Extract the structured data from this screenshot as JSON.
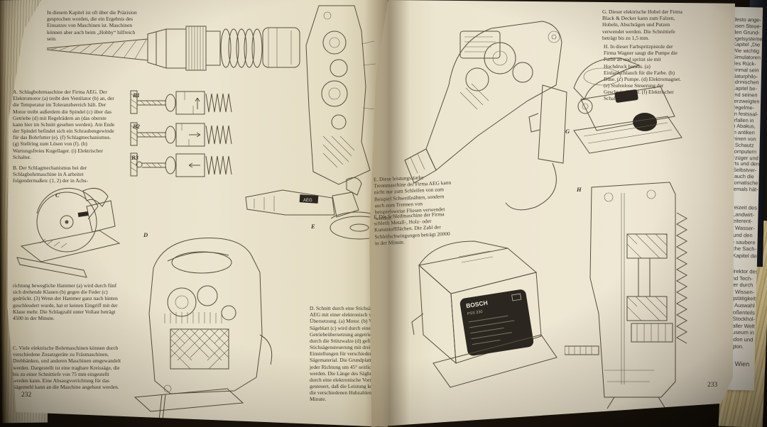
{
  "left_page": {
    "page_number": "232",
    "intro_text": "In diesem Kapitel ist oft über die Präzision gesprochen worden, die ein Ergebnis des Einsatzes von Maschinen ist. Maschinen können aber auch beim „Hobby“ hilfreich sein.",
    "caption_a": "A. Schlagbohrmaschine der Firma AEG. Der Elektromotor (a) treibt den Ventilator (b) an, der die Temperatur im Toleranzbereich hält. Der Motor treibt außerdem die Spindel (c) über das Getriebe (d) mit Regelrädern an (das oberste kann hier im Schnitt gesehen werden). Am Ende der Spindel befindet sich ein Schraubengewinde für das Bohrfutter (e). (f) Schlagmechanismus. (g) Stellring zum Lösen von (f). (h) Wartungsfreies Kugellager. (i) Elektrischer Schalter.",
    "caption_b_start": "B. Der Schlagmechanismus bei der Schlagbohrmaschine in A arbeitet folgendermaßen: (1, 2) der in Achs-",
    "caption_b_cont": "richtung bewegliche Hammer (a) wird durch fünf sich drehende Klauen (b) gegen die Feder (c) gedrückt. (3) Wenn der Hammer ganz nach hinten geschleudert wurde, hat er keinen Eingriff mit der Klaue mehr. Die Schlagzahl unter Vollast beträgt 4500 in der Minute.",
    "caption_c": "C. Viele elektrische Bohrmaschinen können durch verschiedene Zusatzgeräte zu Fräsmaschinen, Drehbänken, und anderen Maschinen umgewandelt werden. Dargestellt ist eine tragbare Kreissäge, die bis zu einer Schnittiefe von 75 mm eingestellt werden kann. Eine Absaugvorrichtung für das Sägemehl kann an die Maschine angebaut werden.",
    "caption_d": "D. Schnitt durch eine Stichsäge der Firma AEG mit einer elektronisch verstellbaren Übersetzung. (a) Motor. (b) Ventilator. Das Sägeblatt (c) wird durch eine Getriebeübersetzung angetrieben und durch die Stützwalze (d) geführt. (e) Stichsägensteuerung mit drei Einstellungen für verschiedene Arten von Sägematerial. Die Grundplatte (f) kann in jeder Richtung um 45° seitlich geschwenkt werden. Die Länge des Säghubes wird durch eine elektronische Vorrichtung (g) so gesteuert, daß die Leistung konstant ist für die verschiedenen Hubzahlen in der Minute.",
    "diagram_labels": {
      "b1": "B1",
      "b2": "B2",
      "b3": "B3",
      "saw": "C",
      "jigsaw": "D",
      "grinder": "E"
    },
    "grinder_brand": "AEG"
  },
  "right_page": {
    "page_number": "233",
    "caption_e": "E. Diese leistungsstarke Trennmaschine der Firma AEG kann nicht nur zum Schleifen von zum Beispiel Schweißnähten, sondern auch zum Trennen von beispielsweise Fliesen verwendet werden.",
    "caption_f": "F. Die Schleifmaschine der Firma schleift Metall-, Holz- oder Kunststoffflächen. Die Zahl der Schleifschwingungen beträgt 20000 in der Minute.",
    "caption_g": "G. Dieser elektrische Hobel der Firma Black & Decker kann zum Falzen, Hobeln, Abschrägen und Putzen verwendet werden. Die Schnittiefe beträgt bis zu 1,5 mm.",
    "caption_h": "H. In dieser Farbspritzpistole der Firma Wagner saugt die Pumpe die Farbe an und spritzt sie mit Hochdruck heraus. (a) Einlaufschlauch für die Farbe. (b) Düse. (c) Pumpe. (d) Elektromagnet. (e) Stufenlose Steuerung der Geschwindigkeit. (f) Elektrischer Schalter.",
    "diagram_labels": {
      "planer": "G",
      "spraygun": "H"
    },
    "sander_brand": "BOSCH",
    "sander_model": "PSS 230"
  },
  "next_page_edge": {
    "column_top": [
      "desto ange-",
      "ssen Steue-",
      "den Grund-",
      "egelsysteme",
      "Kapitel „Die",
      "Wie wichtig",
      "Simulatoren",
      "des Rück-",
      "einmal sein",
      "Naturphilo-",
      "ndrinischen",
      "Kapitel be-",
      "und seinen",
      "verzweigten",
      "Regelme-",
      "en festssal-",
      "erfallen in",
      "m Abakus,",
      "im antiken",
      "chinen von",
      "d Schautz",
      "Computern",
      "erzüger und",
      "erts und den",
      ". Selbstver-",
      "n auch die",
      "utomatische",
      "niemals hät-"
    ],
    "column_mid": [
      "Freizeit des",
      "r Landwirt-",
      "weiterent-",
      "er Wasser-",
      "g und den",
      "ne saubere",
      "ische Sach-",
      "n Kapitel der"
    ],
    "column_bottom": [
      "Direktor des",
      "und Tech-",
      "e er durch",
      "ur Wissen-",
      "agstätigkeit",
      "er Auswahl",
      "großenteils",
      "n Stockhol-",
      "n aller Welt",
      "Museum in",
      "ondon und",
      "ington."
    ],
    "footer": "Wien"
  },
  "colors": {
    "paper": "#ece5cf",
    "ink": "#57503d",
    "cover_navy": "#1c2233",
    "edge_yellow": "#d9c68e"
  }
}
